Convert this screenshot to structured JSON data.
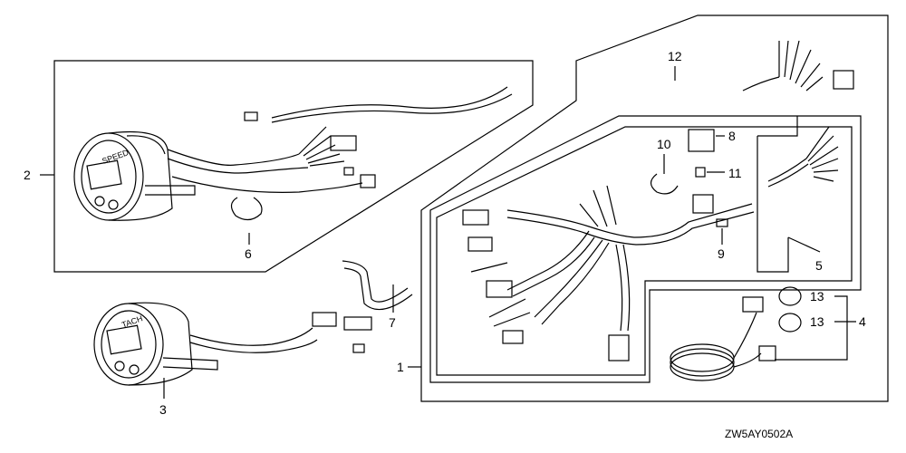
{
  "callouts": {
    "c1": "1",
    "c2": "2",
    "c3": "3",
    "c4": "4",
    "c5": "5",
    "c6": "6",
    "c7": "7",
    "c8": "8",
    "c9": "9",
    "c10": "10",
    "c11": "11",
    "c12": "12",
    "c13a": "13",
    "c13b": "13"
  },
  "gauges": {
    "speed_face": "SPEED",
    "tach_face": "TACH"
  },
  "diagram_code": "ZW5AY0502A"
}
